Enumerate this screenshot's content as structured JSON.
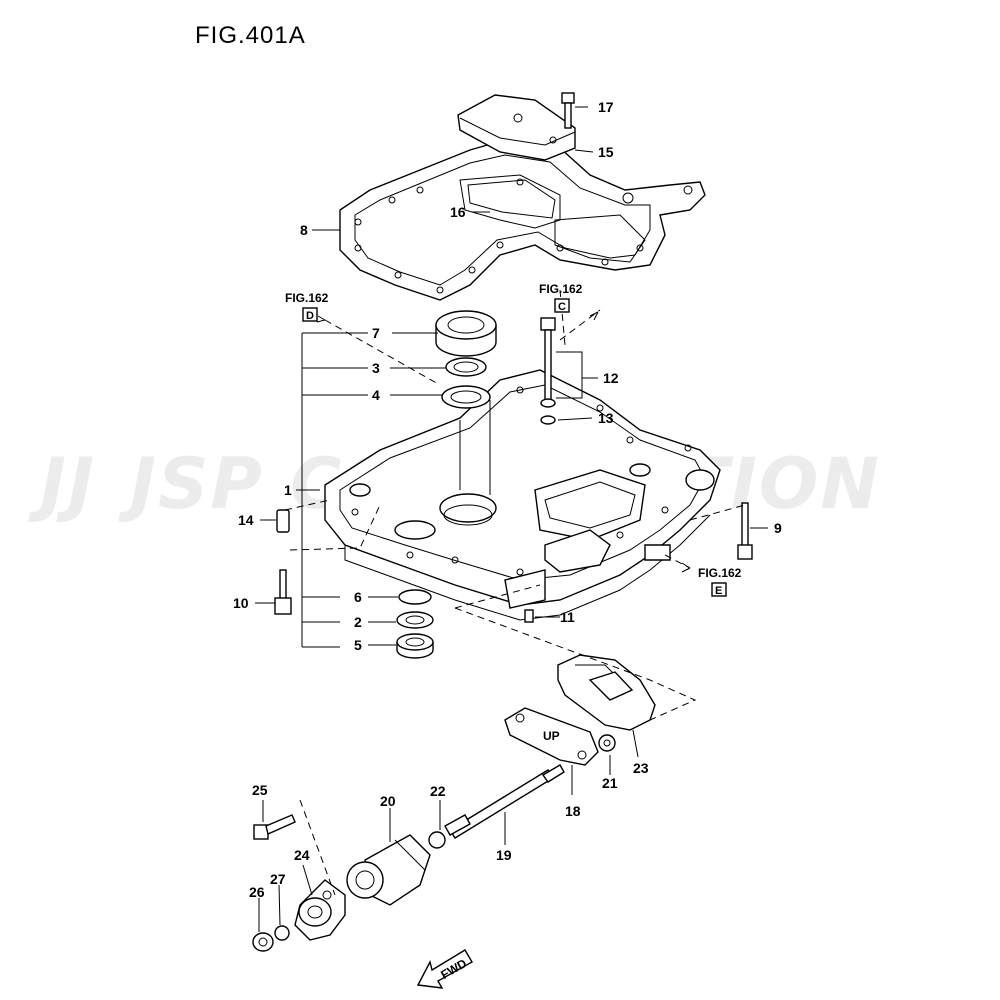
{
  "title": "FIG.401A",
  "watermark": "JSP CORPORATION",
  "watermark_logo": "JJ",
  "refs": [
    {
      "fig": "FIG.162",
      "box": "D"
    },
    {
      "fig": "FIG.162",
      "box": "C"
    },
    {
      "fig": "FIG.162",
      "box": "E"
    }
  ],
  "callouts": {
    "p1": "1",
    "p2": "2",
    "p3": "3",
    "p4": "4",
    "p5": "5",
    "p6": "6",
    "p7": "7",
    "p8": "8",
    "p9": "9",
    "p10": "10",
    "p11": "11",
    "p12": "12",
    "p13": "13",
    "p14": "14",
    "p15": "15",
    "p16": "16",
    "p17": "17",
    "p18": "18",
    "p19": "19",
    "p20": "20",
    "p21": "21",
    "p22": "22",
    "p23": "23",
    "p24": "24",
    "p25": "25",
    "p26": "26",
    "p27": "27"
  },
  "gasket_mark": "UP",
  "fwd_label": "FWD"
}
